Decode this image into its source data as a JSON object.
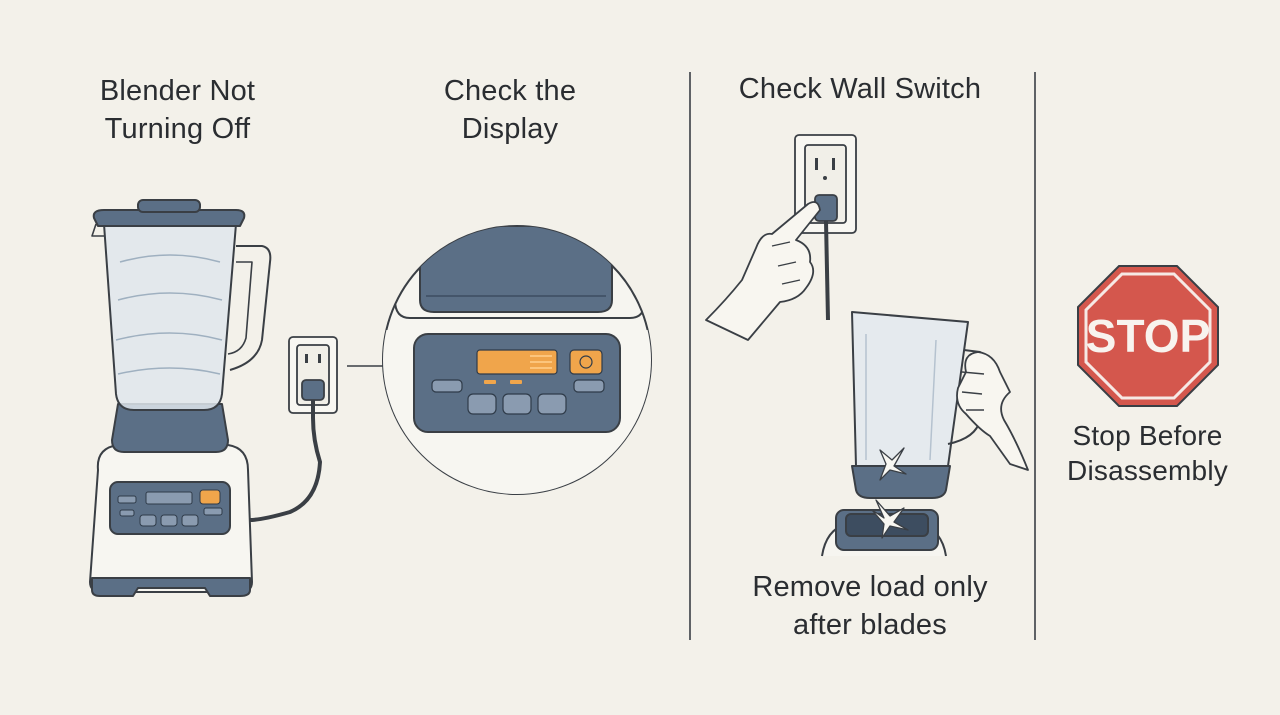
{
  "panels": [
    {
      "id": "blender",
      "title_lines": [
        "Blender Not",
        "Turning Off"
      ]
    },
    {
      "id": "display",
      "title_lines": [
        "Check the",
        "Display"
      ]
    },
    {
      "id": "switch",
      "title_lines": [
        "Check Wall Switch"
      ],
      "caption_lines": [
        "Remove load only",
        "after blades"
      ]
    },
    {
      "id": "stop",
      "sign_text": "STOP",
      "caption_lines": [
        "Stop Before",
        "Disassembly"
      ]
    }
  ],
  "colors": {
    "background": "#f3f1ea",
    "slate": "#5b6f86",
    "slate_dark": "#3d4d60",
    "amber": "#f0a54b",
    "stop_red": "#d4574d",
    "outline": "#3a3f45"
  },
  "icons": [
    "blender-icon",
    "wall-outlet-icon",
    "plug-icon",
    "control-panel-icon",
    "hand-icon",
    "blender-jar-icon",
    "blade-icon",
    "stop-sign-icon"
  ]
}
